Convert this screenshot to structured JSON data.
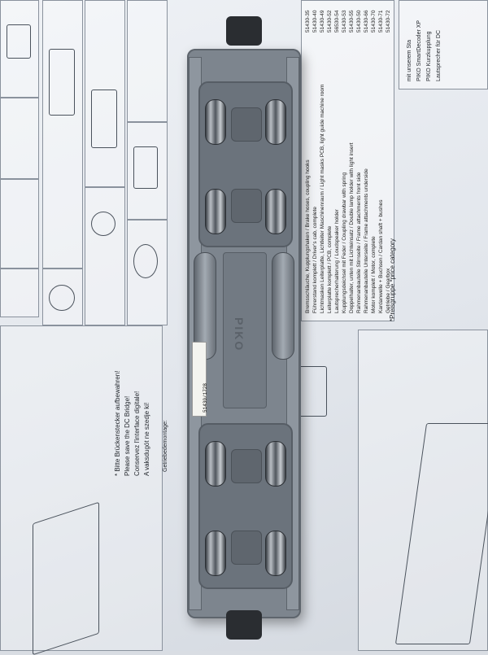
{
  "parts_table": {
    "rows": [
      {
        "desc": "Bremsschläuche, Kupplungshaken / Brake hoses, coupling hooks",
        "num": "51430-35"
      },
      {
        "desc": "Führerstand komplett / Driver's cab, complete",
        "num": "51430-40"
      },
      {
        "desc": "Lichtmasken Leiterplatte, Lichtleiter Maschinenraum / Light masks PCB, light guide machine room",
        "num": "51430-49"
      },
      {
        "desc": "Leiterplatte komplett / PCB, complete",
        "num": "51430-52"
      },
      {
        "desc": "Lautsprecherhalterung / Loudspeaker holder",
        "num": "56530-54"
      },
      {
        "desc": "Kupplungsdeichsel mit Feder / Coupling drawbar with spring",
        "num": "51430-53"
      },
      {
        "desc": "Doppelhalter, unten mit Lichteinsatz / Double lamp holder with light insert",
        "num": "51430-55"
      },
      {
        "desc": "Rahmenanbauteile Stirnseite / Frame attachments front side",
        "num": "51430-50"
      },
      {
        "desc": "Rahmenanbauteile Unterseite / Frame attachments underside",
        "num": "51430-66"
      },
      {
        "desc": "Motor komplett / Motor, complete",
        "num": "51430-70"
      },
      {
        "desc": "Kardanwelle + Buchsen / Cardan shaft + bushes",
        "num": "51430-71"
      },
      {
        "desc": "Getriebe / Gearbox",
        "num": "51430-72"
      }
    ],
    "price_note": "*Preisgruppe  *price category"
  },
  "notes": {
    "dc_bridge_de": "* Bitte Brückenstecker aufbewahren!",
    "dc_bridge_en": "Please save the DC Bridge!",
    "dc_bridge_fr": "Conservez l'interface digitale!",
    "dc_bridge_hu": "A vaksdugót ne szedje ki!",
    "gearbox": "Getriebedemontage:"
  },
  "top_right_header": {
    "line1": "mit unserem Sta",
    "line2": "PIKO SmartDecoder XP",
    "line3": "PIKO Kurzkupplung",
    "line4": "Lautsprecher für DC"
  },
  "loco": {
    "brand": "PIKO",
    "sticker": "51430/1728"
  },
  "icons": [
    "parts-sketch-icon",
    "wheel-set-icon",
    "coupler-icon",
    "loco-drawing-icon"
  ]
}
